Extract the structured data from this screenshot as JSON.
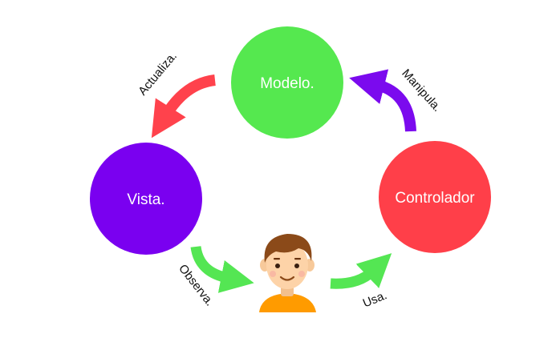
{
  "nodes": {
    "modelo": {
      "label": "Modelo.",
      "color": "#55e84f"
    },
    "vista": {
      "label": "Vista.",
      "color": "#7a00f0"
    },
    "controlador": {
      "label": "Controlador",
      "color": "#ff3f49"
    }
  },
  "edges": {
    "actualiza": {
      "label": "Actualiza.",
      "color": "#ff424c"
    },
    "manipula": {
      "label": "Manipula.",
      "color": "#7b0aee"
    },
    "observa": {
      "label": "Observa.",
      "color": "#54e653"
    },
    "usa": {
      "label": "Usa.",
      "color": "#54e653"
    }
  },
  "user": {
    "icon": "user-avatar-icon"
  }
}
